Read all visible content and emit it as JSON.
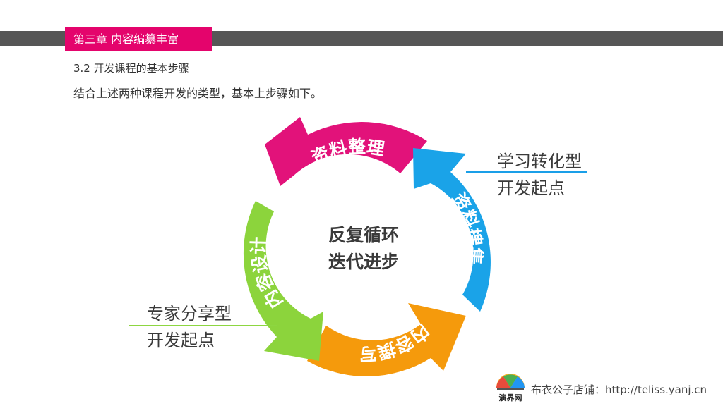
{
  "header": {
    "chapter": "第三章 内容编纂丰富",
    "section": "3.2 开发课程的基本步骤",
    "intro": "结合上述两种课程开发的类型，基本上步骤如下。"
  },
  "cycle": {
    "center_line1": "反复循环",
    "center_line2": "迭代进步",
    "steps": [
      {
        "label": "资料整理",
        "color": "#e2127a"
      },
      {
        "label": "资料搜集",
        "color": "#1aa3e8"
      },
      {
        "label": "内容撰写",
        "color": "#f59a0c"
      },
      {
        "label": "内容设计",
        "color": "#8cd43c"
      }
    ]
  },
  "labels": {
    "right_line1": "学习转化型",
    "right_line2": "开发起点",
    "left_line1": "专家分享型",
    "left_line2": "开发起点"
  },
  "footer": {
    "text": "布衣公子店铺：http://teliss.yanj.cn",
    "logo_text": "演界网"
  }
}
